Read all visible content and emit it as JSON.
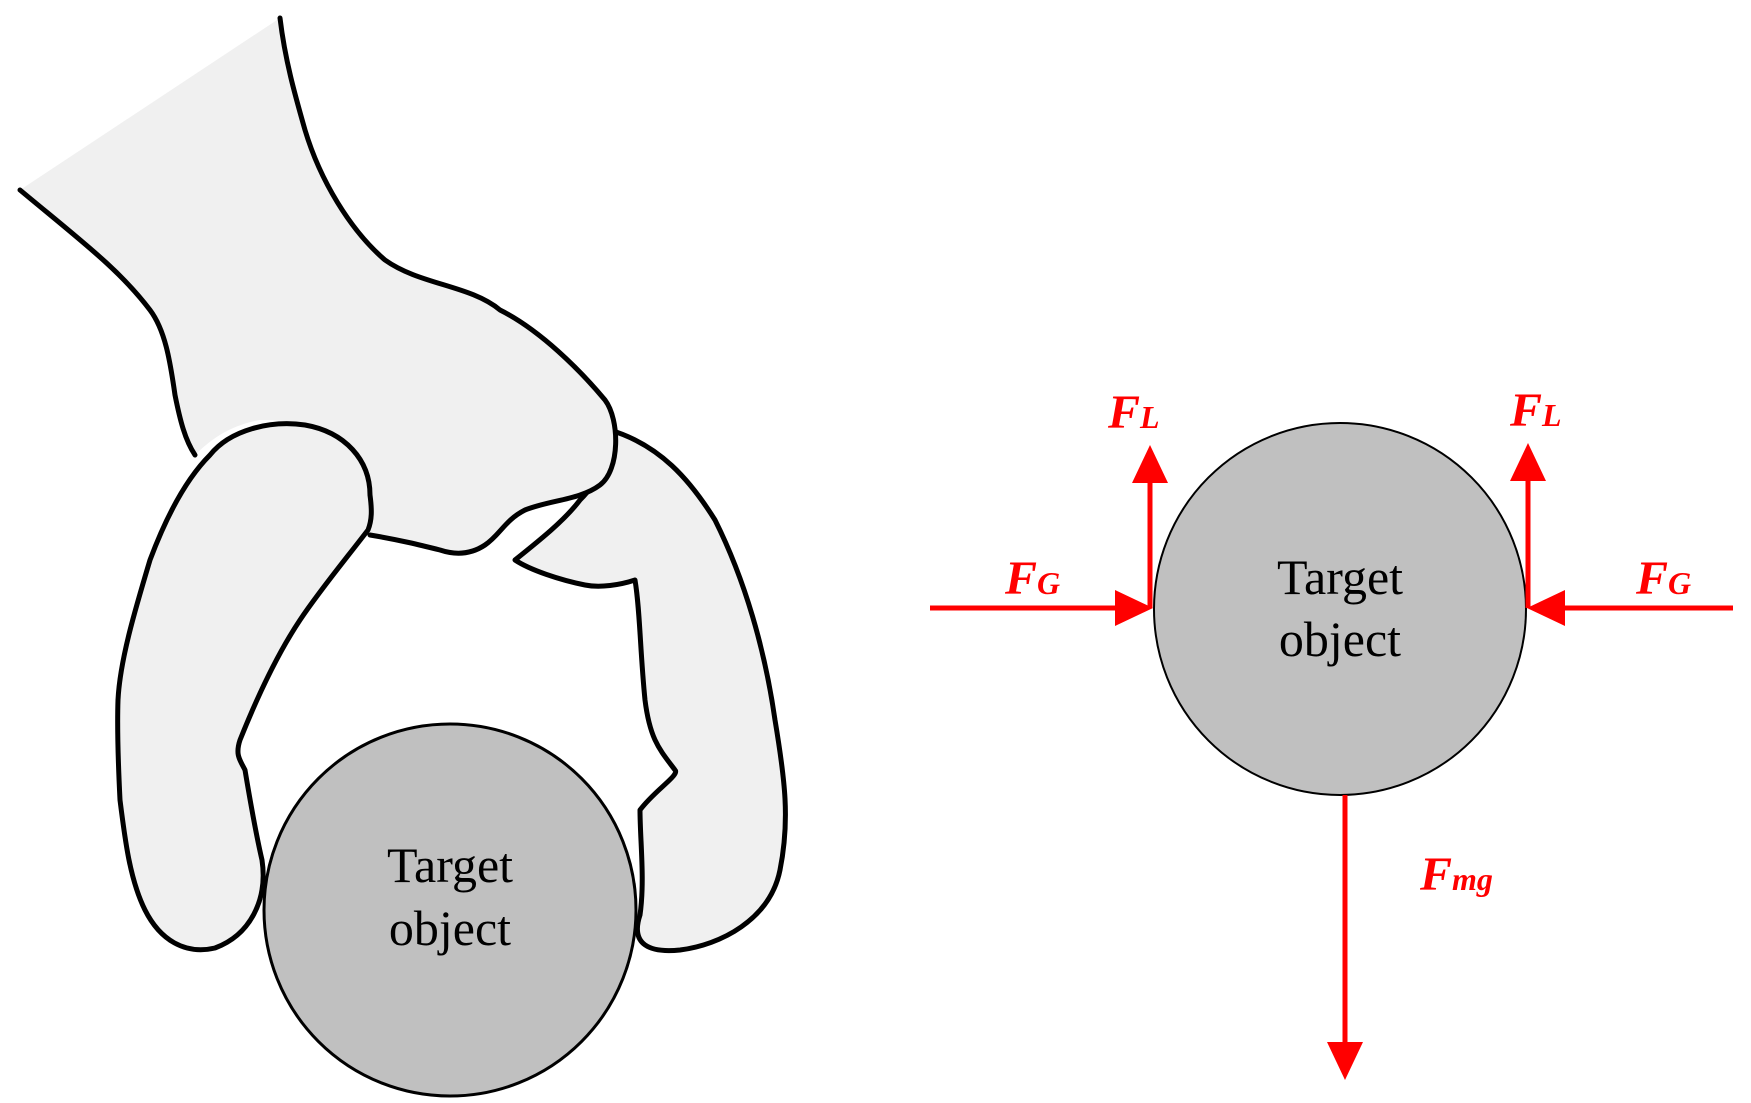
{
  "colors": {
    "force": "#ff0000",
    "object_fill": "#c0c0c0",
    "hand_fill": "#f0f0f0",
    "outline": "#000000"
  },
  "left_panel": {
    "object_label_line1": "Target",
    "object_label_line2": "object"
  },
  "right_panel": {
    "object_label_line1": "Target",
    "object_label_line2": "object",
    "forces": {
      "lift_left": {
        "main": "F",
        "sub": "L"
      },
      "lift_right": {
        "main": "F",
        "sub": "L"
      },
      "grip_left": {
        "main": "F",
        "sub": "G"
      },
      "grip_right": {
        "main": "F",
        "sub": "G"
      },
      "gravity": {
        "main": "F",
        "sub": "mg"
      }
    }
  }
}
